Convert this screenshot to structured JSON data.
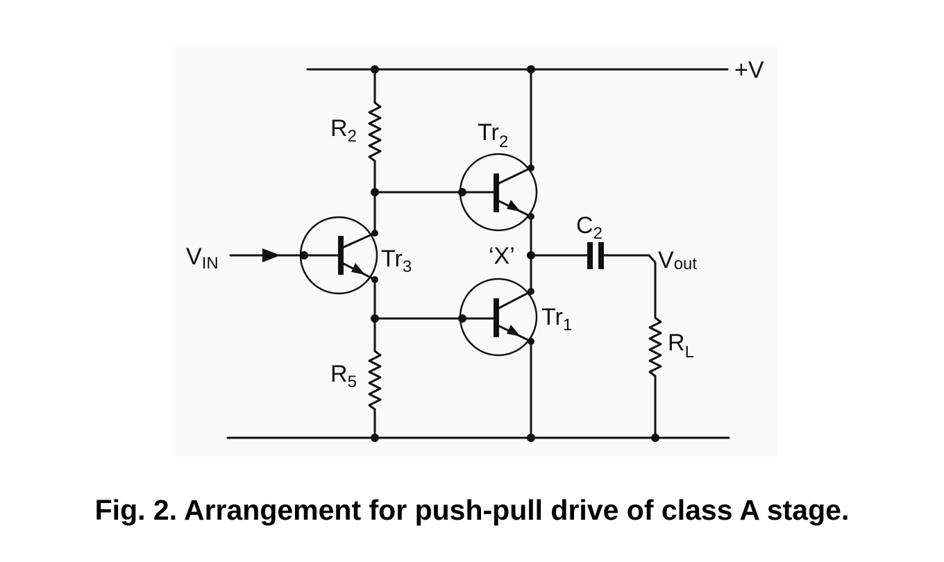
{
  "caption": "Fig. 2. Arrangement for push-pull drive of class A stage.",
  "labels": {
    "supply": "+V",
    "r2_main": "R",
    "r2_sub": "2",
    "r5_main": "R",
    "r5_sub": "5",
    "rl_main": "R",
    "rl_sub": "L",
    "c2_main": "C",
    "c2_sub": "2",
    "tr1_main": "Tr",
    "tr1_sub": "1",
    "tr2_main": "Tr",
    "tr2_sub": "2",
    "tr3_main": "Tr",
    "tr3_sub": "3",
    "vin_main": "V",
    "vin_sub": "IN",
    "vout_main": "V",
    "vout_sub": "out",
    "node_x": "‘X’"
  }
}
